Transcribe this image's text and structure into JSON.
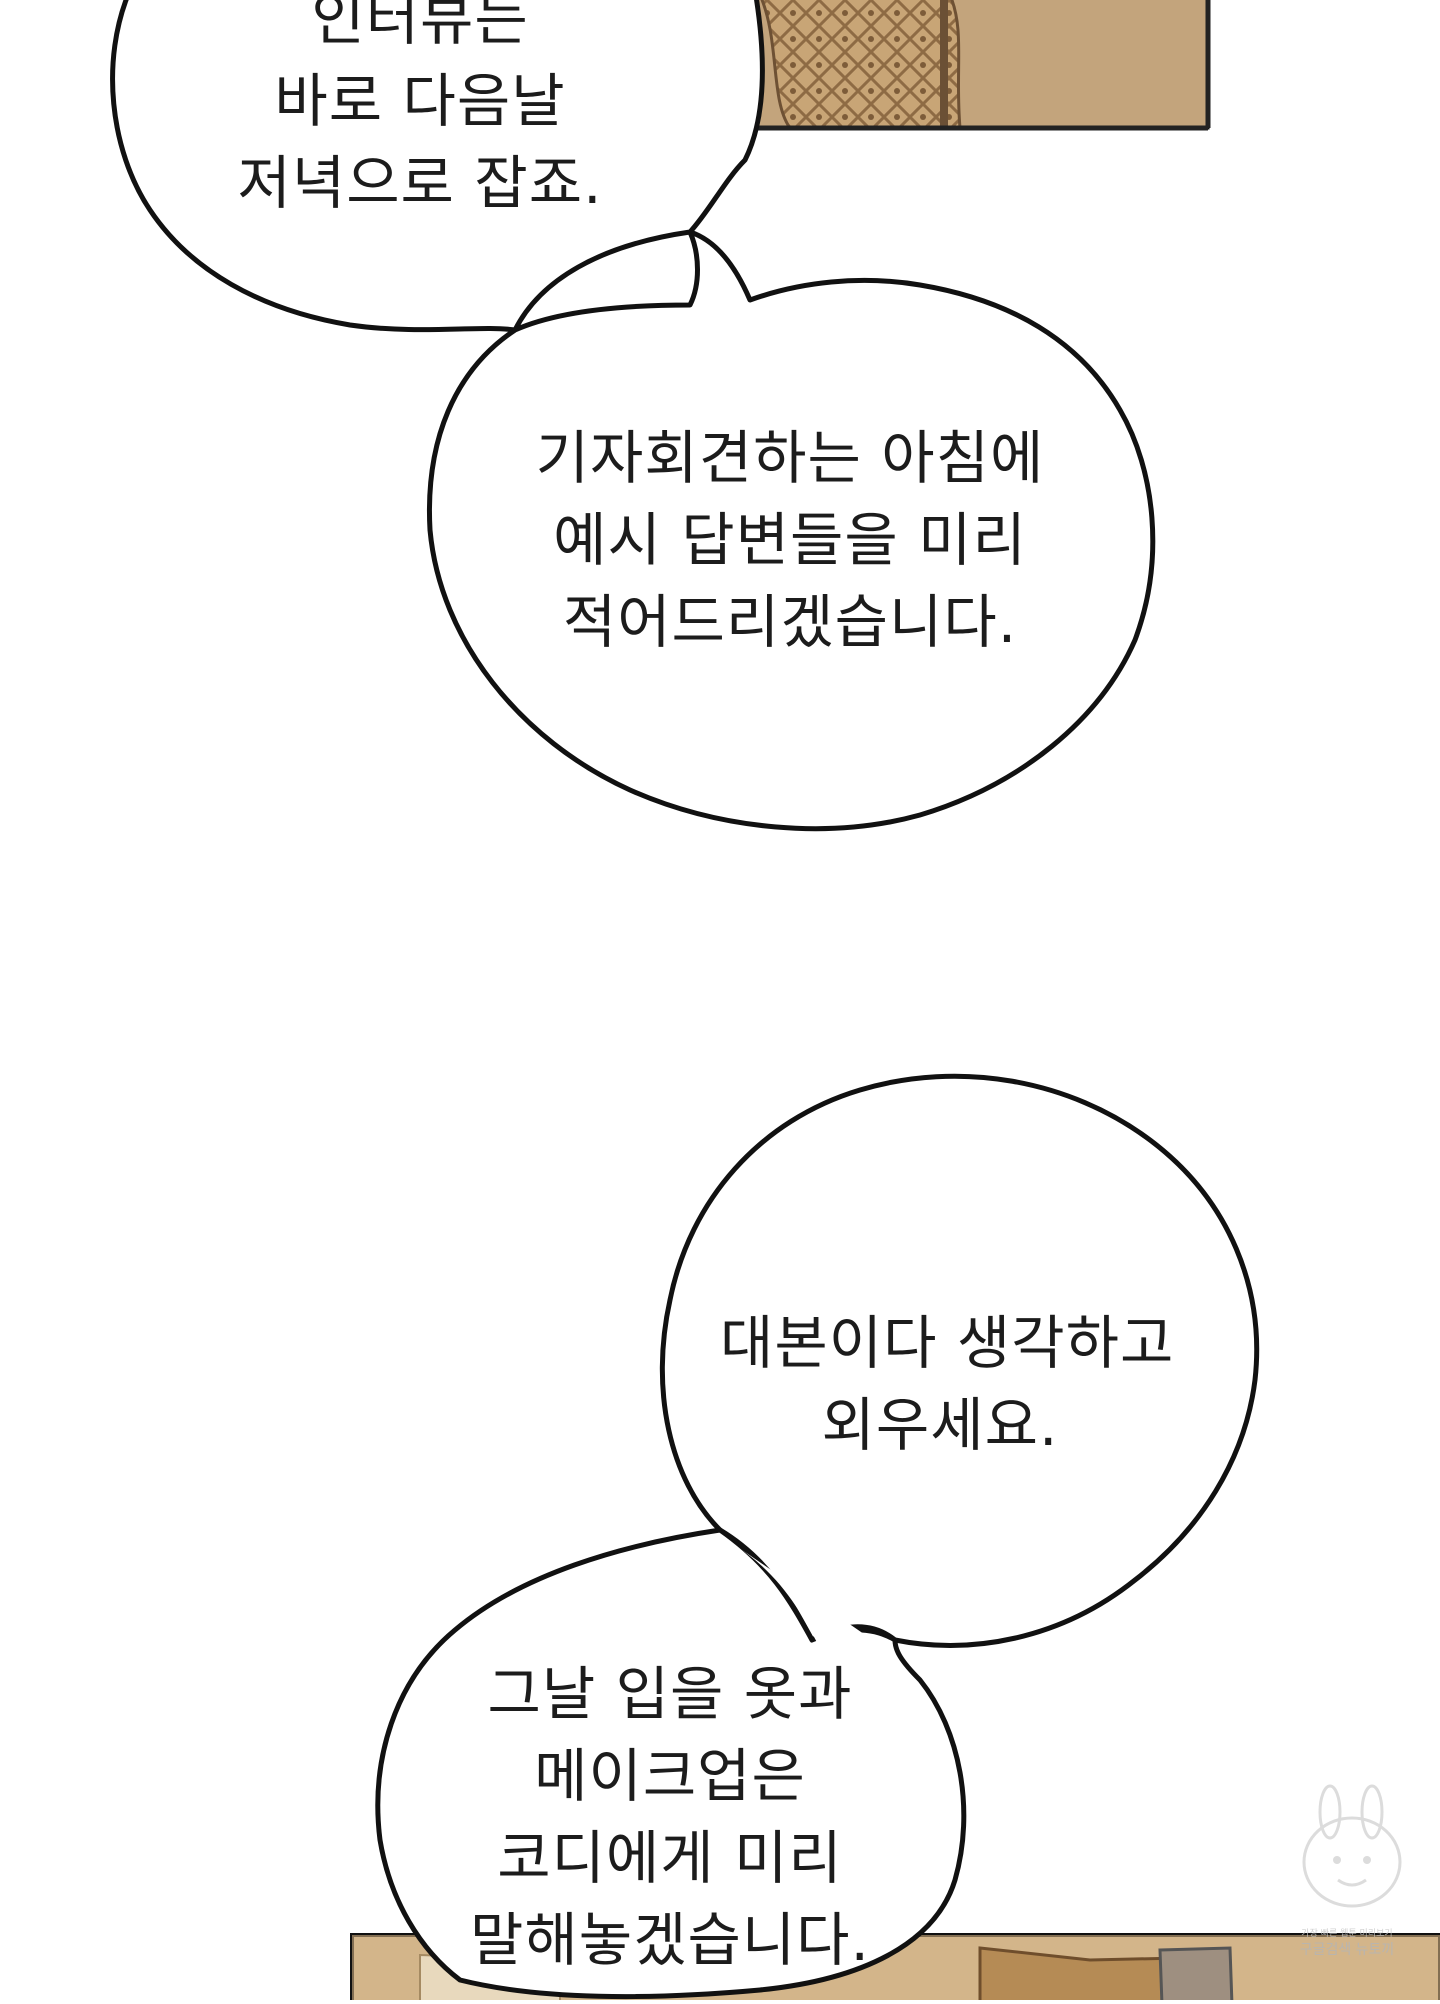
{
  "bubbles": [
    {
      "lines": [
        "인터뷰는",
        "바로 다음날",
        "저녁으로 잡죠."
      ]
    },
    {
      "lines": [
        "기자회견하는 아침에",
        "예시 답변들을 미리",
        "적어드리겠습니다."
      ]
    },
    {
      "lines": [
        "대본이다 생각하고",
        "외우세요."
      ]
    },
    {
      "lines": [
        "그날 입을 옷과",
        "메이크업은",
        "코디에게 미리",
        "말해놓겠습니다."
      ]
    }
  ],
  "watermark": {
    "small": "가장 빠른 웹툰 미리보기",
    "large": "구글검색 뉴토끼"
  },
  "colors": {
    "panel_fill": "#c9a97e",
    "panel_dark": "#8b6a45",
    "panel_light": "#ede3cf",
    "ink": "#111111",
    "bubble": "#ffffff"
  }
}
